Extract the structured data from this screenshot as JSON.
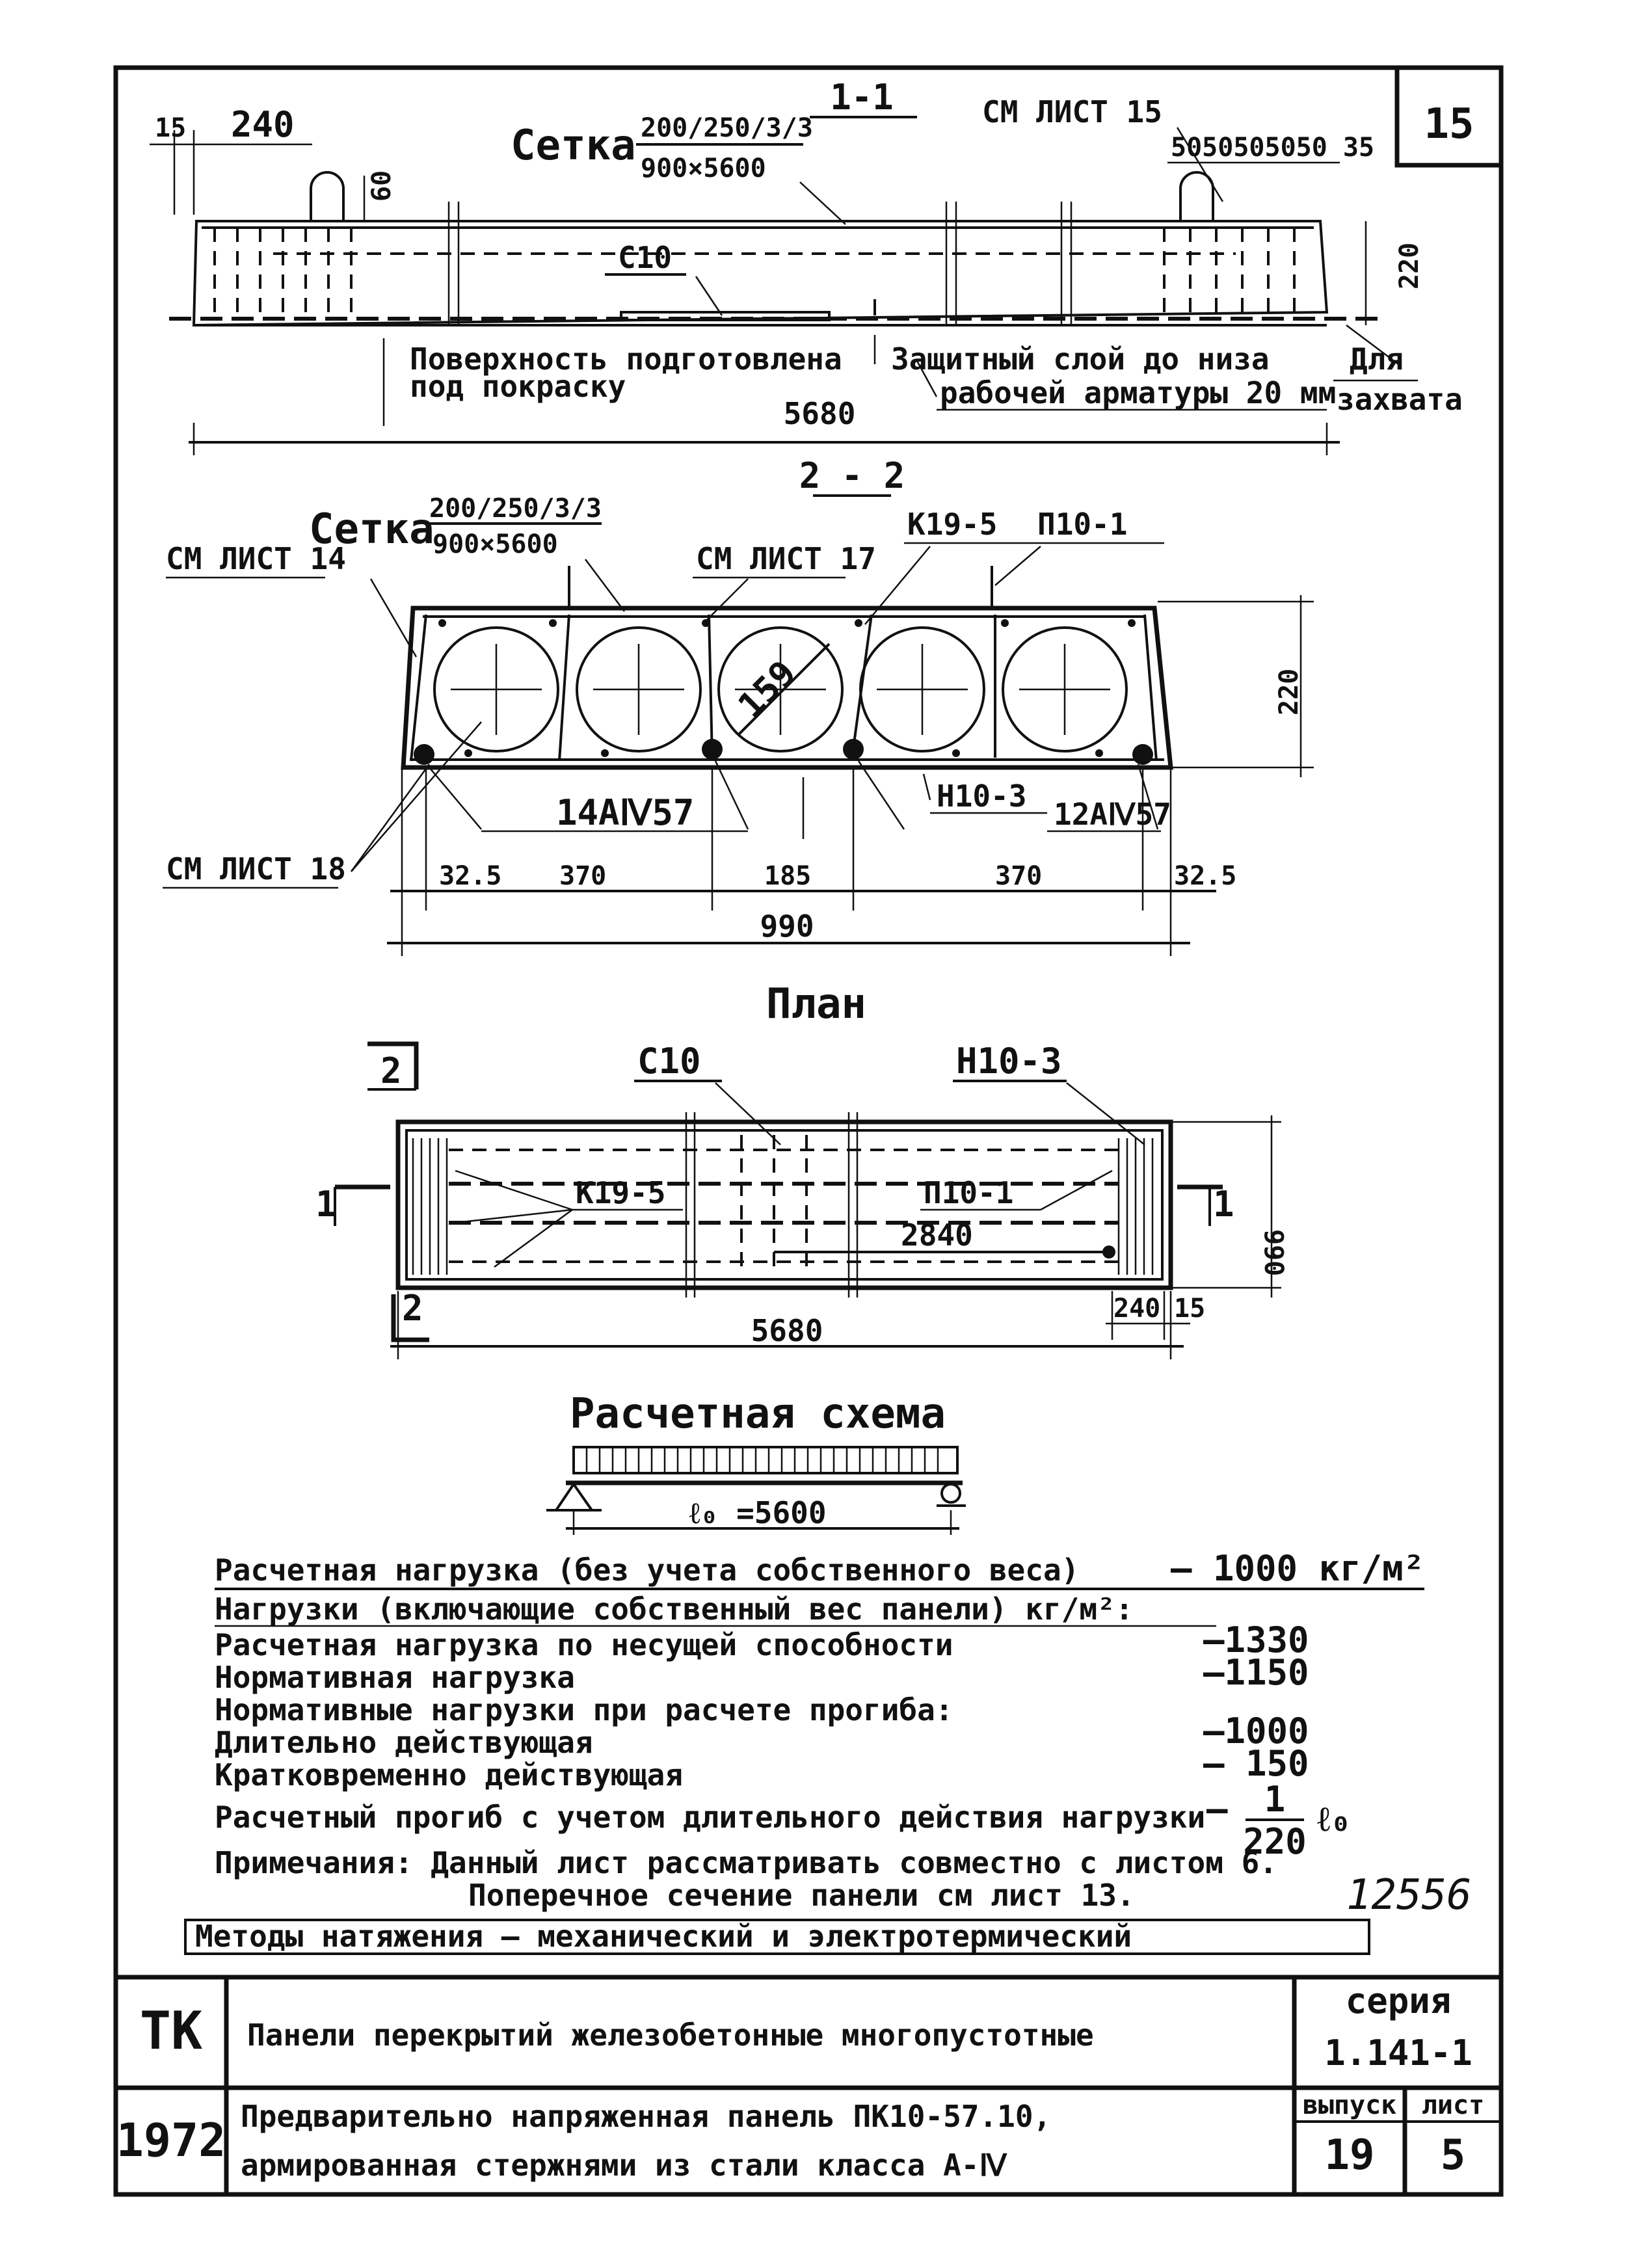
{
  "sheet_number": "15",
  "section_1_1": {
    "title": "1-1",
    "mesh_label": "Сетка",
    "mesh_fraction_top": "200/250/3/3",
    "mesh_fraction_bottom": "900×5600",
    "ref_sheet": "СМ ЛИСТ 15",
    "dim_15": "15",
    "dim_240": "240",
    "dim_60": "60",
    "dim_50s": "5050505050 35",
    "dim_220": "220",
    "c10": "С10",
    "note_surface_1": "Поверхность подготовлена",
    "note_surface_2": "под покраску",
    "note_cover_1": "Защитный слой до низа",
    "note_cover_2": "рабочей арматуры 20 мм",
    "note_grip_1": "Для",
    "note_grip_2": "захвата",
    "dim_length": "5680"
  },
  "section_2_2": {
    "title": "2 - 2",
    "mesh_label": "Сетка",
    "mesh_fraction_top": "200/250/3/3",
    "mesh_fraction_bottom": "900×5600",
    "ref_sheet_14": "СМ ЛИСТ 14",
    "ref_sheet_17": "СМ ЛИСТ 17",
    "ref_sheet_18": "СМ ЛИСТ 18",
    "k19_5": "К19-5",
    "p10_1": "П10-1",
    "n10_3": "Н10-3",
    "diameter": "159",
    "rebar_left": "14АⅣ57",
    "rebar_right": "12АⅣ57",
    "dim_220": "220",
    "dims_bottom": [
      "32.5",
      "370",
      "185",
      "370",
      "32.5"
    ],
    "dim_total": "990"
  },
  "plan": {
    "title": "План",
    "cut_2": "2",
    "cut_1": "1",
    "c10": "С10",
    "n10_3": "Н10-3",
    "k19_5": "К19-5",
    "p10_1": "П10-1",
    "dim_2840": "2840",
    "dim_990": "990",
    "dim_240": "240",
    "dim_15": "15",
    "dim_length": "5680"
  },
  "scheme": {
    "title": "Расчетная схема",
    "span": "ℓ₀ =5600"
  },
  "loads": {
    "design_load_label": "Расчетная нагрузка (без учета собственного веса)",
    "design_load_value": "— 1000 кг/м²",
    "loads_header": "Нагрузки (включающие собственный вес панели) кг/м²:",
    "rows": [
      {
        "label": "Расчетная нагрузка по несущей способности",
        "value": "—1330"
      },
      {
        "label": "Нормативная нагрузка",
        "value": "—1150"
      },
      {
        "label": "Нормативные нагрузки при расчете прогиба:",
        "value": ""
      },
      {
        "label": "Длительно действующая",
        "value": "—1000"
      },
      {
        "label": "Кратковременно действующая",
        "value": "— 150"
      }
    ],
    "deflection_label": "Расчетный прогиб с учетом длительного действия нагрузки",
    "deflection_num": "1",
    "deflection_den": "220",
    "deflection_var": "ℓ₀",
    "notes_1": "Примечания: Данный лист рассматривать совместно с листом 6.",
    "notes_2": "Поперечное сечение панели см лист 13.",
    "handwritten": "12556",
    "methods": "Методы натяжения — механический и электротермический"
  },
  "title_block": {
    "tk": "ТК",
    "year": "1972",
    "title_1": "Панели перекрытий железобетонные многопустотные",
    "title_2": "Предварительно напряженная панель ПК10-57.10,",
    "title_3": "армированная стержнями из стали класса А-Ⅳ",
    "series_label": "серия",
    "series_value": "1.141-1",
    "issue_label": "выпуск",
    "issue_value": "19",
    "sheet_label": "лист",
    "sheet_value": "5"
  }
}
